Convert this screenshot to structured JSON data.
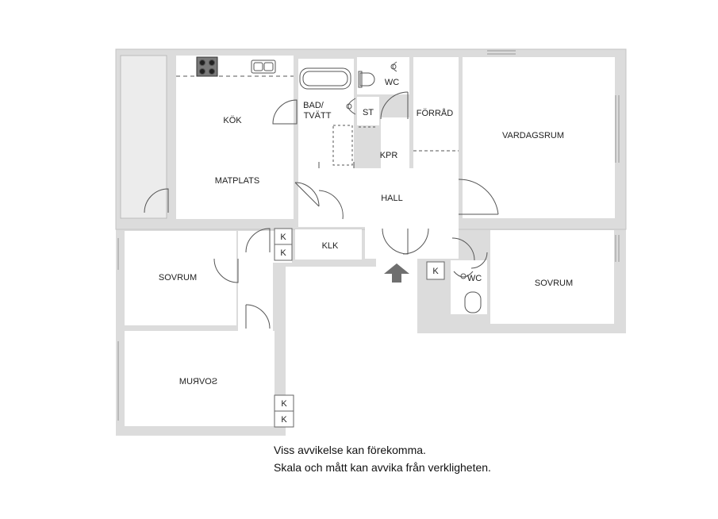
{
  "rooms": {
    "kok": "KÖK",
    "matplats": "MATPLATS",
    "bad": "BAD/",
    "tvatt": "TVÄTT",
    "wc_top": "WC",
    "st": "ST",
    "forrad": "FÖRRÅD",
    "kpr": "KPR",
    "vardagsrum": "VARDAGSRUM",
    "hall": "HALL",
    "klk": "KLK",
    "sovrum_left": "SOVRUM",
    "sovrum_bottom": "SOVRUM",
    "sovrum_right": "SOVRUM",
    "wc_right": "WC"
  },
  "closets": [
    "K",
    "K",
    "K",
    "K",
    "K"
  ],
  "disclaimer": {
    "line1": "Viss avvikelse kan förekomma.",
    "line2": "Skala och mått kan avvika från verkligheten."
  },
  "colors": {
    "wall": "#dcdcdc",
    "wall_edge": "#c4c4c4",
    "room": "#ffffff",
    "line": "#555555",
    "arrow": "#6f6f6f"
  }
}
